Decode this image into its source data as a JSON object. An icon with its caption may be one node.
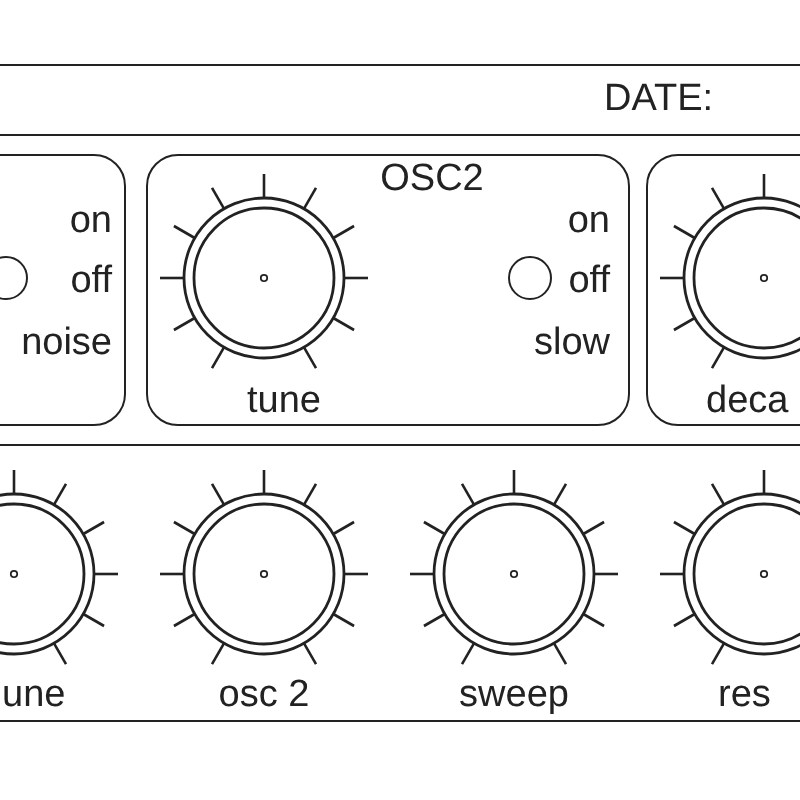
{
  "diagram": {
    "nodes": [
      {
        "text": [
          "DATE:"
        ]
      },
      {
        "text": [
          "on",
          "off",
          "noise"
        ]
      },
      {
        "text": [
          "OSC2",
          "on",
          "off",
          "slow",
          "tune"
        ]
      },
      {
        "text": [
          "deca"
        ]
      },
      {
        "text": [
          "une",
          "osc 2",
          "sweep",
          "res"
        ]
      }
    ]
  }
}
